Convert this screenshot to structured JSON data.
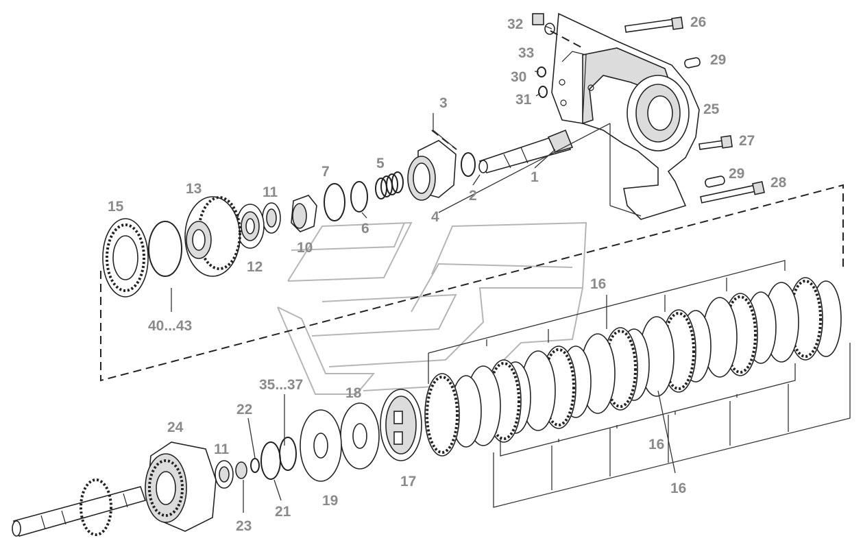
{
  "labels": {
    "p1": "1",
    "p2": "2",
    "p3": "3",
    "p4": "4",
    "p5": "5",
    "p6": "6",
    "p7": "7",
    "p10": "10",
    "p11a": "11",
    "p11b": "11",
    "p12": "12",
    "p13": "13",
    "p15": "15",
    "p16a": "16",
    "p16b": "16",
    "p16c": "16",
    "p17": "17",
    "p18": "18",
    "p19": "19",
    "p21": "21",
    "p22": "22",
    "p23": "23",
    "p24": "24",
    "p25": "25",
    "p26": "26",
    "p27": "27",
    "p28": "28",
    "p29a": "29",
    "p29b": "29",
    "p30": "30",
    "p31": "31",
    "p32": "32",
    "p33": "33",
    "p35_37": "35...37",
    "p40_43": "40...43"
  }
}
